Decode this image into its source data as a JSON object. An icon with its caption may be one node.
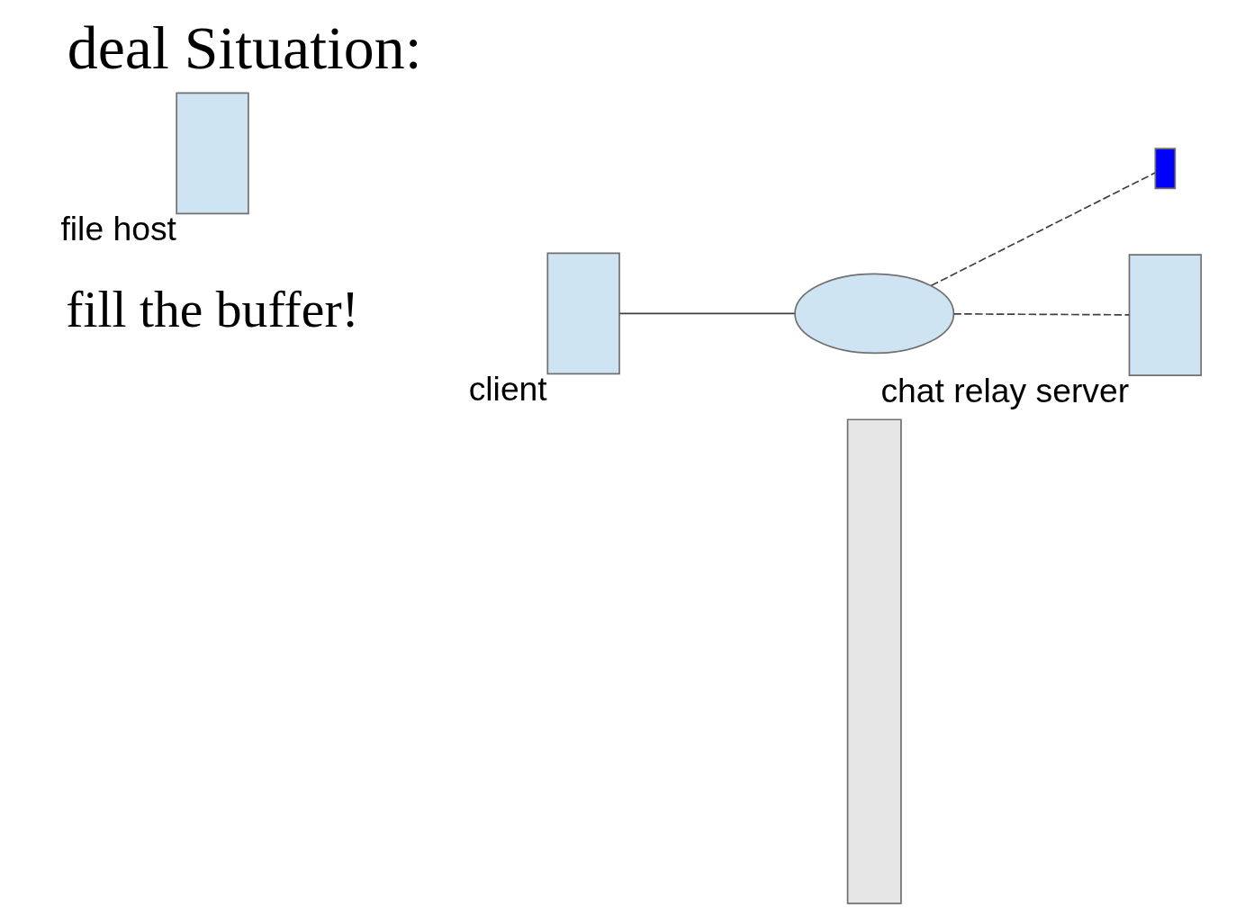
{
  "diagram": {
    "title": "deal Situation:",
    "nodes": [
      {
        "text": [],
        "shape": "box",
        "beside": [
          "client"
        ]
      },
      {
        "text": [],
        "shape": "ellipse"
      },
      {
        "text": [],
        "shape": "box",
        "beside": [
          "file host"
        ]
      },
      {
        "text": [],
        "shape": "box"
      },
      {
        "text": [],
        "shape": "box",
        "beside": [
          "chat relay server"
        ]
      },
      {
        "text": [],
        "shape": "bar"
      }
    ],
    "edges": [
      {
        "from": 0,
        "to": 1,
        "arrow": "none"
      },
      {
        "from": 1,
        "to": 3,
        "arrow": "none",
        "style": "dashed"
      },
      {
        "from": 1,
        "to": 4,
        "arrow": "none",
        "style": "dashed"
      }
    ],
    "labels": [
      "fill the buffer!"
    ]
  }
}
